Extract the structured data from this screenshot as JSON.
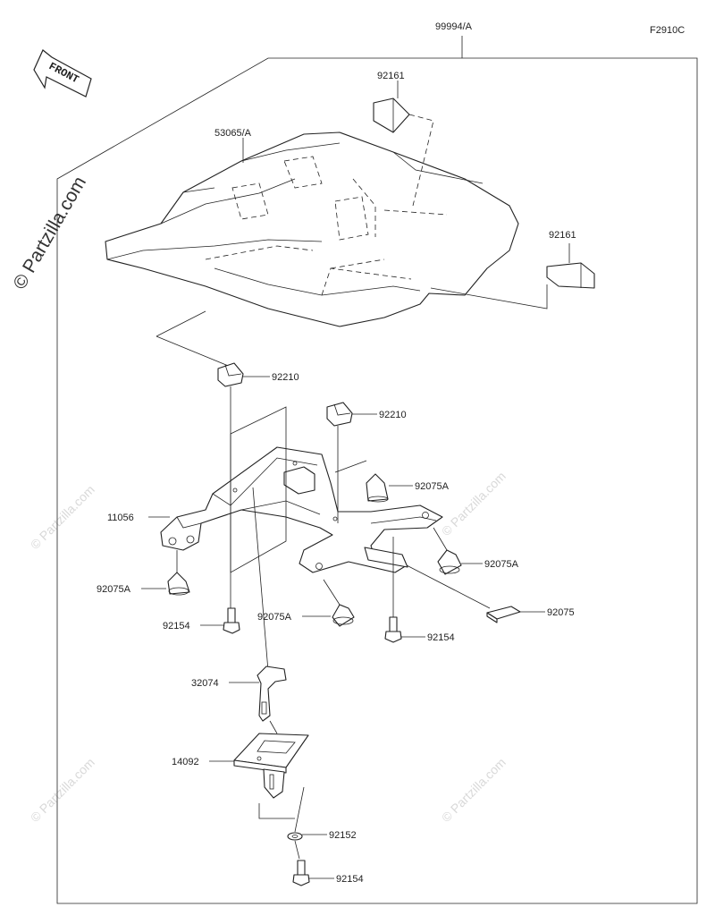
{
  "figure_code": "F2910C",
  "front_label": "FRONT",
  "watermark": "© Partzilla.com",
  "parts": {
    "kit": "99994/A",
    "seat_cover": "53065/A",
    "pad_top": "92161",
    "pad_right": "92161",
    "nut_left": "92210",
    "nut_right": "92210",
    "bracket": "11056",
    "damper_upper": "92075A",
    "damper_right": "92075A",
    "damper_left": "92075A",
    "damper_center": "92075A",
    "damper_flat": "92075",
    "bolt_left": "92154",
    "bolt_right": "92154",
    "stay": "32074",
    "holder": "14092",
    "washer": "92152",
    "bolt_bottom": "92154"
  }
}
